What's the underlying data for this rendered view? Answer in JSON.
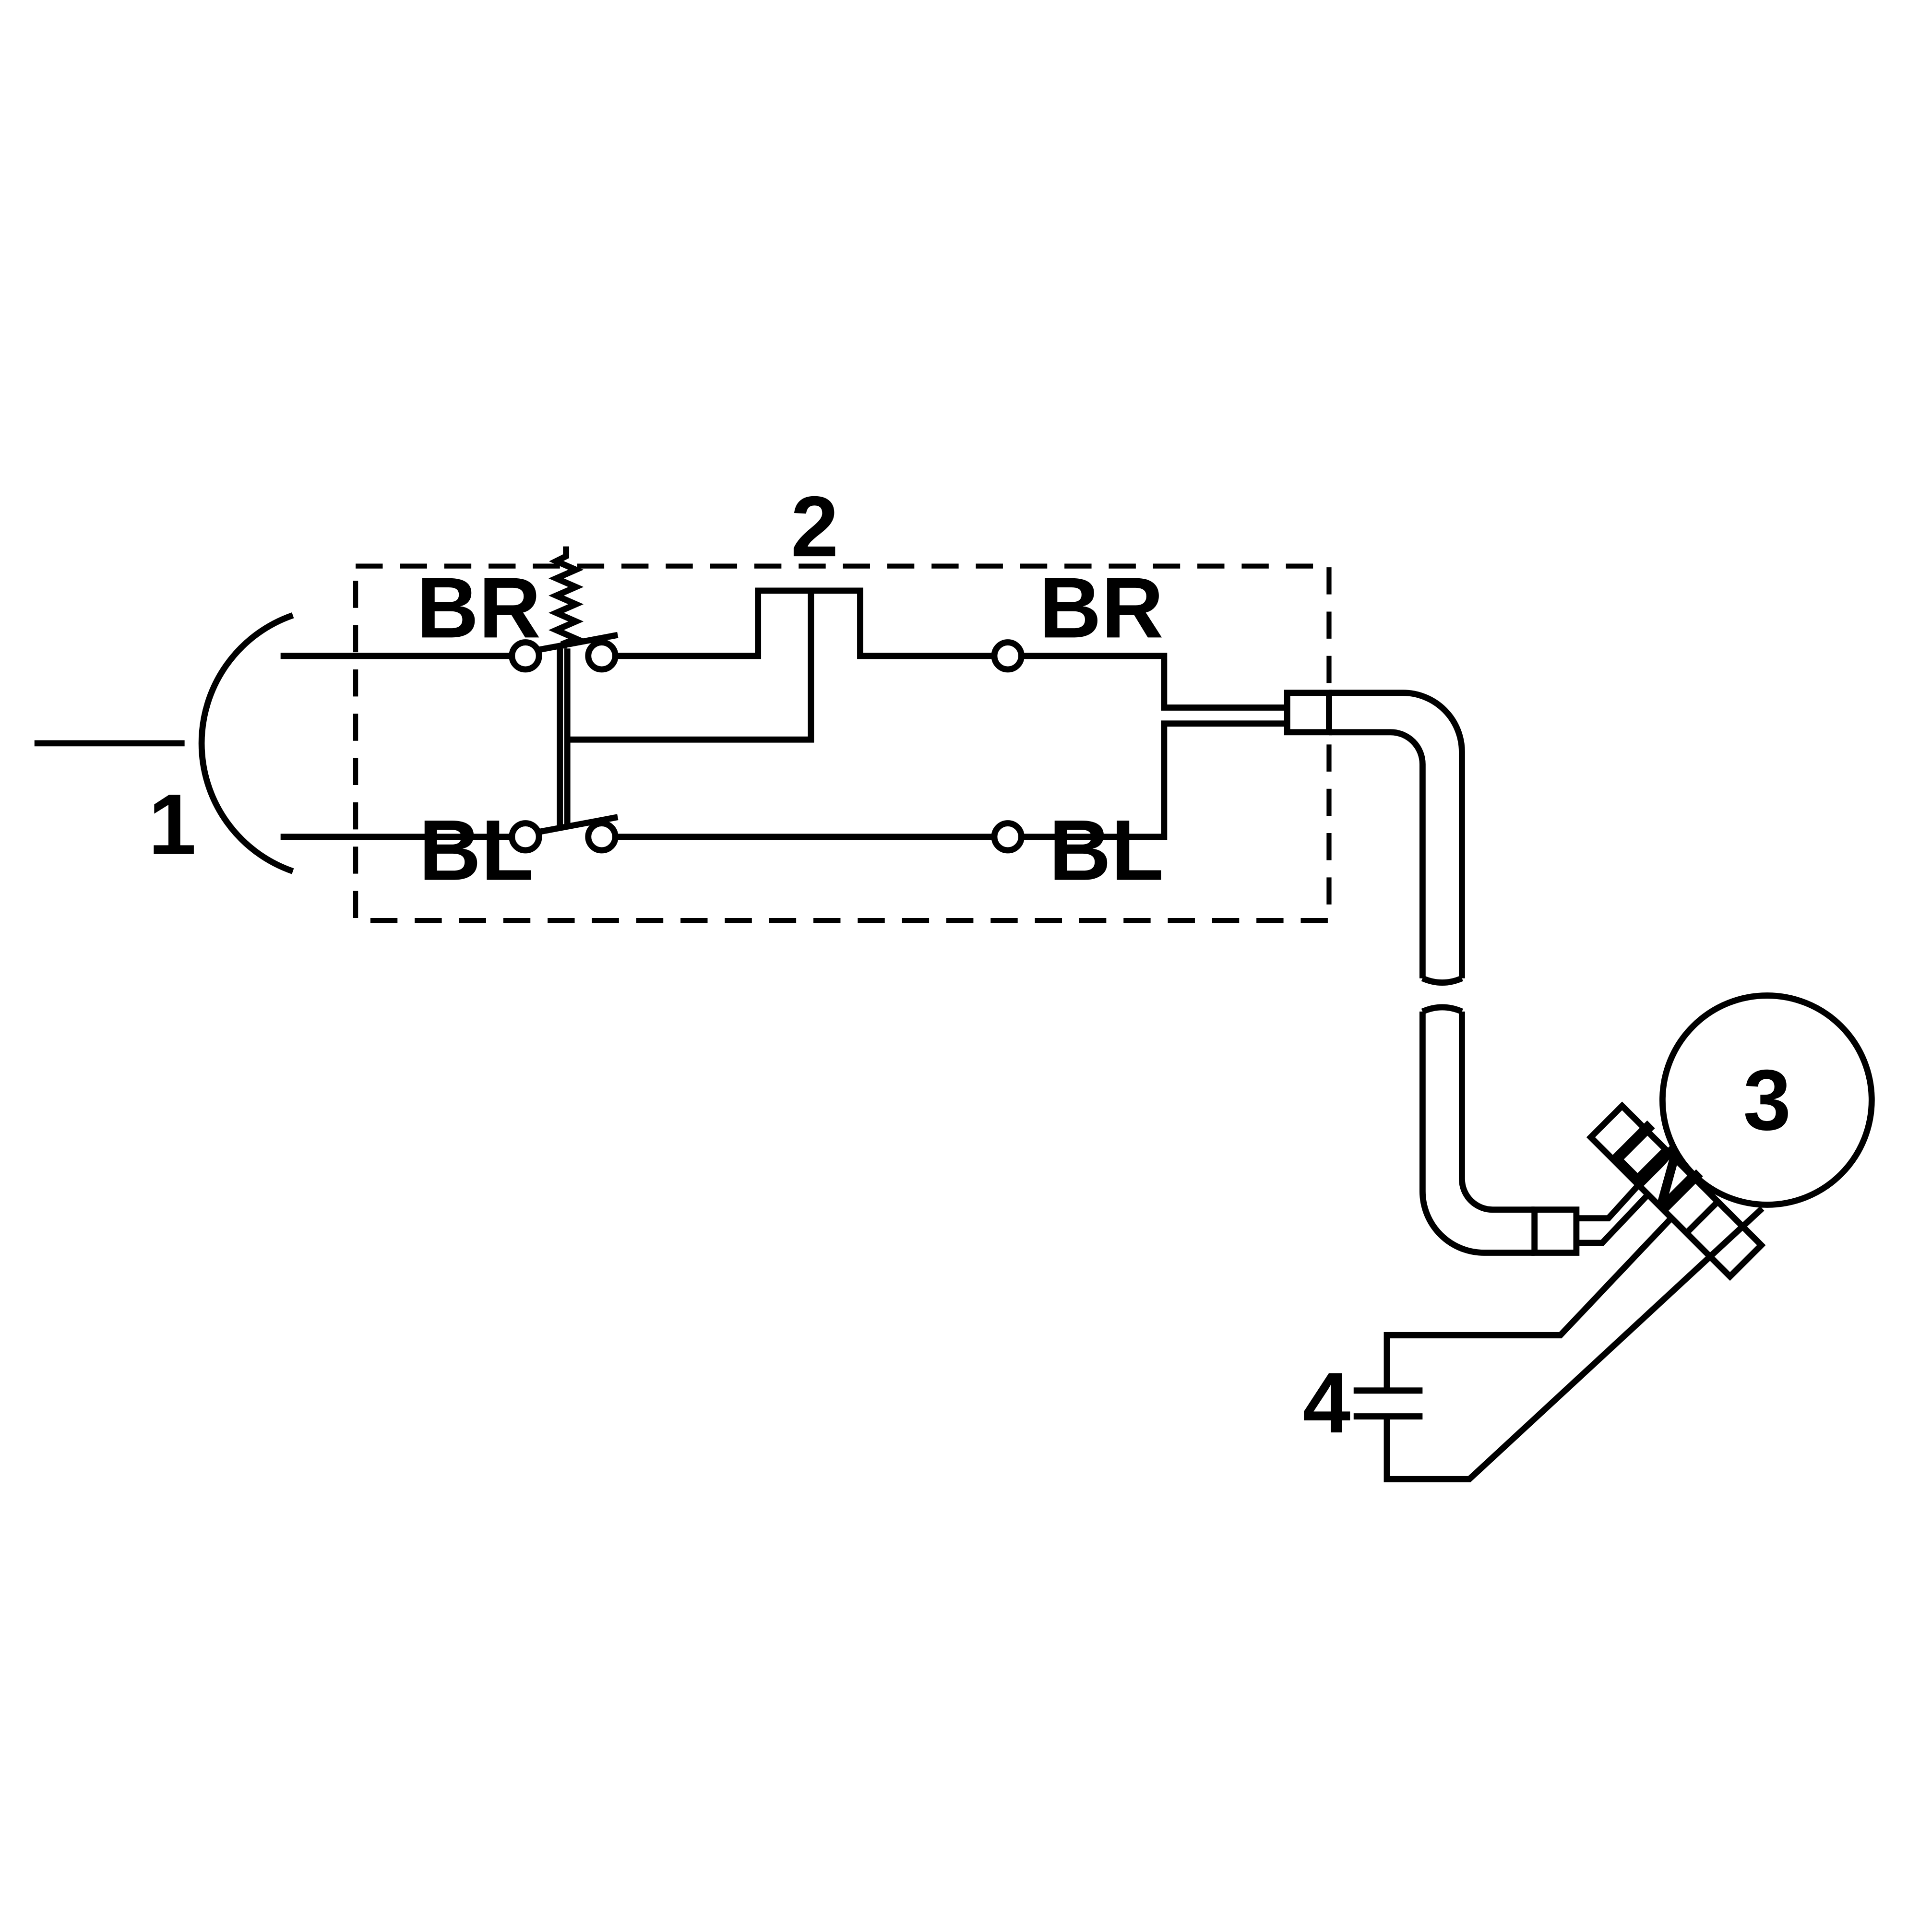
{
  "labels": {
    "socket": "1",
    "switch_box": "2",
    "motor": "3",
    "capacitor": "4"
  },
  "terminals": {
    "in_top": "BR",
    "in_bottom": "BL",
    "out_top": "BR",
    "out_bottom": "BL"
  },
  "motor_terminals": {
    "line": "L",
    "neutral": "N"
  },
  "colors": {
    "line": "#000000",
    "background": "#ffffff"
  }
}
